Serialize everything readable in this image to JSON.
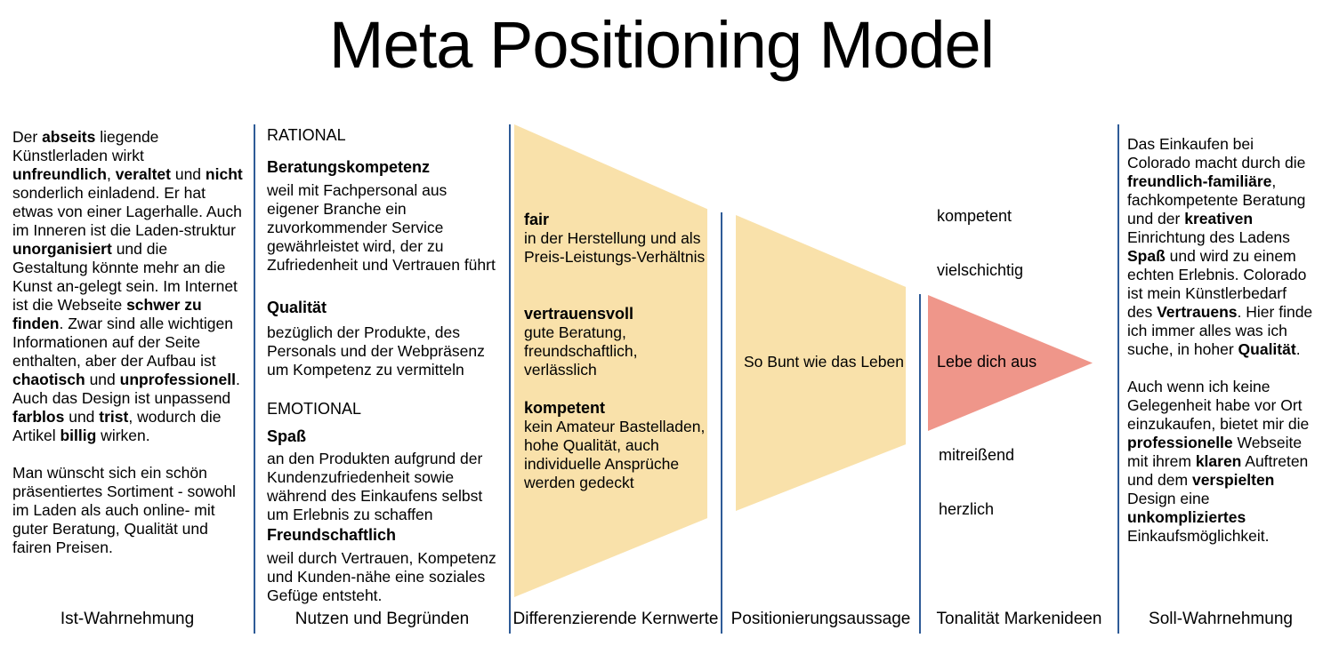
{
  "title": "Meta Positioning Model",
  "colors": {
    "funnel_tan": "#f9e1aa",
    "arrow_salmon": "#ef968a",
    "divider_blue": "#2e5b97"
  },
  "ist": {
    "label": "Ist-Wahrnehmung",
    "para1": [
      {
        "t": "Der ",
        "b": false
      },
      {
        "t": "abseits",
        "b": true
      },
      {
        "t": " liegende Künstlerladen wirkt ",
        "b": false
      },
      {
        "t": "unfreundlich",
        "b": true
      },
      {
        "t": ", ",
        "b": false
      },
      {
        "t": "veraltet",
        "b": true
      },
      {
        "t": " und ",
        "b": false
      },
      {
        "t": "nicht",
        "b": true
      },
      {
        "t": " sonderlich einladend.  Er hat etwas von einer Lagerhalle. Auch im Inneren ist die Laden-struktur ",
        "b": false
      },
      {
        "t": "unorganisiert",
        "b": true
      },
      {
        "t": " und die Gestaltung könnte mehr an die Kunst an-gelegt sein. Im Internet ist die Webseite ",
        "b": false
      },
      {
        "t": "schwer zu finden",
        "b": true
      },
      {
        "t": ". Zwar sind alle wichtigen Informationen auf der Seite enthalten,  aber der Aufbau ist ",
        "b": false
      },
      {
        "t": "chaotisch",
        "b": true
      },
      {
        "t": " und ",
        "b": false
      },
      {
        "t": "unprofessionell",
        "b": true
      },
      {
        "t": ". Auch das Design ist unpassend ",
        "b": false
      },
      {
        "t": "farblos",
        "b": true
      },
      {
        "t": " und ",
        "b": false
      },
      {
        "t": "trist",
        "b": true
      },
      {
        "t": ", wodurch die Artikel ",
        "b": false
      },
      {
        "t": "billig",
        "b": true
      },
      {
        "t": " wirken.",
        "b": false
      }
    ],
    "para2": [
      {
        "t": "Man wünscht sich ein schön präsentiertes Sortiment - sowohl im Laden als auch online- mit guter Beratung, Qualität und fairen Preisen.",
        "b": false
      }
    ]
  },
  "nutzen": {
    "label": "Nutzen und Begründen",
    "rational_heading": "RATIONAL",
    "emotional_heading": "EMOTIONAL",
    "items": [
      {
        "title": "Beratungskompetenz",
        "body": "weil mit Fachpersonal aus eigener Branche ein zuvorkommender Service gewährleistet wird, der zu Zufriedenheit und Vertrauen führt"
      },
      {
        "title": "Qualität",
        "body": "bezüglich der Produkte, des Personals und der Webpräsenz um Kompetenz zu vermitteln"
      },
      {
        "title": "Spaß",
        "body": "an den Produkten aufgrund der Kundenzufriedenheit sowie während des Einkaufens selbst um Erlebnis zu schaffen"
      },
      {
        "title": "Freundschaftlich",
        "body": "weil durch Vertrauen, Kompetenz und Kunden-nähe eine soziales Gefüge entsteht."
      }
    ]
  },
  "kernwerte": {
    "label": "Differenzierende Kernwerte",
    "items": [
      {
        "title": "fair",
        "body": "in der Herstellung und als Preis-Leistungs-Verhältnis"
      },
      {
        "title": "vertrauensvoll",
        "body": "gute Beratung, freundschaftlich, verlässlich"
      },
      {
        "title": "kompetent",
        "body": "kein Amateur Bastelladen, hohe Qualität, auch individuelle Ansprüche werden gedeckt"
      }
    ]
  },
  "positionierung": {
    "label": "Positionierungsaussage",
    "statement": "So Bunt wie das Leben"
  },
  "tonalitaet": {
    "label": "Tonalität Markenideen",
    "word_top1": "kompetent",
    "word_top2": "vielschichtig",
    "arrow_text": "Lebe dich aus",
    "word_bottom1": "mitreißend",
    "word_bottom2": "herzlich"
  },
  "soll": {
    "label": "Soll-Wahrnehmung",
    "para1": [
      {
        "t": "Das Einkaufen bei Colorado macht durch die ",
        "b": false
      },
      {
        "t": "freundlich-familiäre",
        "b": true
      },
      {
        "t": ", fachkompetente Beratung und der ",
        "b": false
      },
      {
        "t": "kreativen",
        "b": true
      },
      {
        "t": " Einrichtung des Ladens ",
        "b": false
      },
      {
        "t": "Spaß",
        "b": true
      },
      {
        "t": " und wird zu einem echten Erlebnis. Colorado ist mein Künstlerbedarf des ",
        "b": false
      },
      {
        "t": "Vertrauens",
        "b": true
      },
      {
        "t": ". Hier finde ich immer alles was ich suche, in hoher ",
        "b": false
      },
      {
        "t": "Qualität",
        "b": true
      },
      {
        "t": ".",
        "b": false
      }
    ],
    "para2": [
      {
        "t": "Auch wenn ich keine Gelegenheit habe vor Ort einzukaufen, bietet mir die ",
        "b": false
      },
      {
        "t": "professionelle",
        "b": true
      },
      {
        "t": " Webseite mit ihrem ",
        "b": false
      },
      {
        "t": "klaren",
        "b": true
      },
      {
        "t": " Auftreten und dem ",
        "b": false
      },
      {
        "t": "verspielten",
        "b": true
      },
      {
        "t": " Design eine ",
        "b": false
      },
      {
        "t": "unkompliziertes",
        "b": true
      },
      {
        "t": " Einkaufsmöglichkeit.",
        "b": false
      }
    ]
  }
}
